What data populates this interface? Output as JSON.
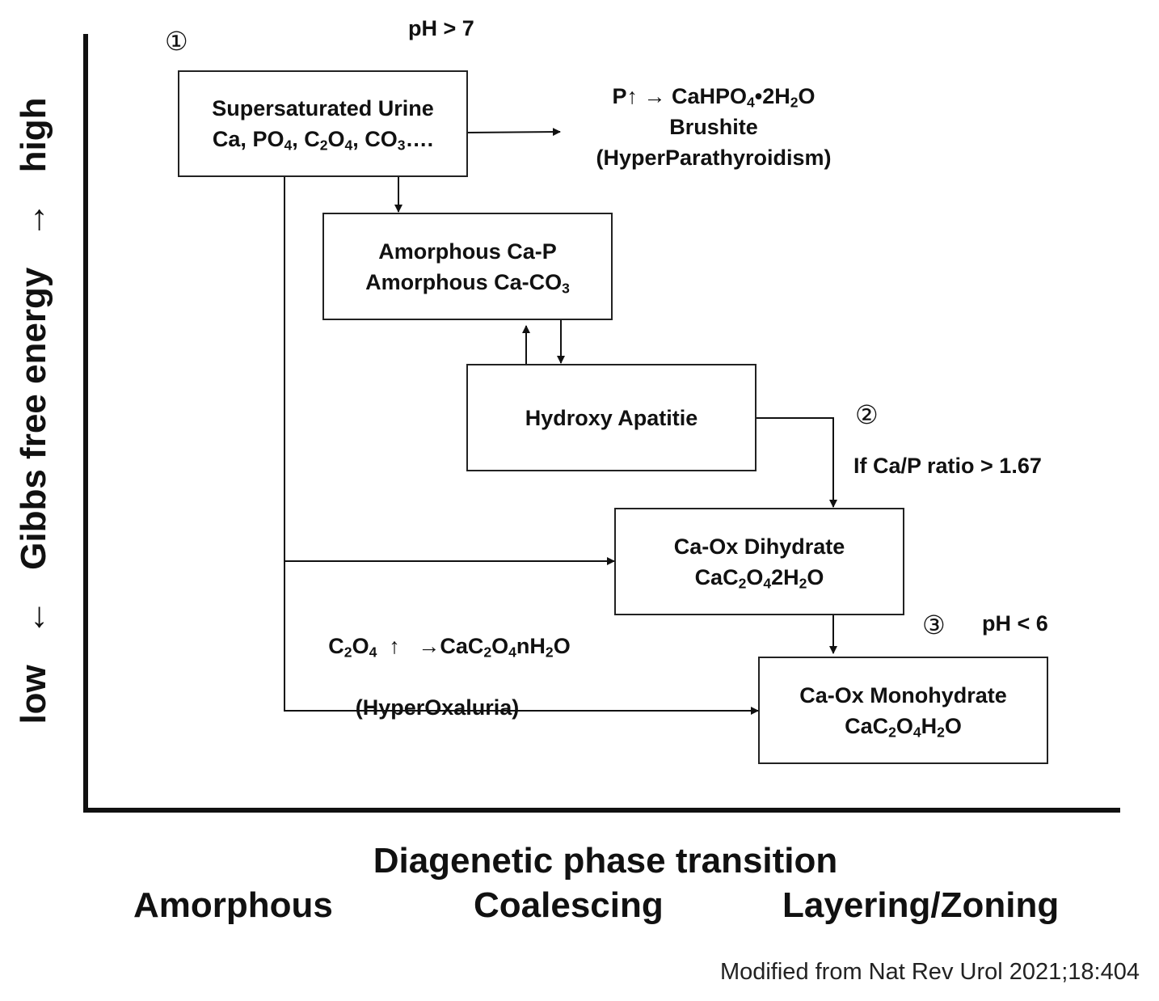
{
  "y_axis": {
    "low": "low",
    "down_arrow": "←",
    "label": "Gibbs free energy",
    "up_arrow": "→",
    "high": "high"
  },
  "x_axis": {
    "title": "Diagenetic phase transition",
    "stages": [
      "Amorphous",
      "Coalescing",
      "Layering/Zoning"
    ]
  },
  "markers": {
    "one": "①",
    "two": "②",
    "three": "③"
  },
  "conditions": {
    "ph_high": "pH  >  7",
    "ph_low": "pH  <  6",
    "ratio": "If Ca/P ratio  >  1.67"
  },
  "boxes": {
    "supersaturated": {
      "line1": "Supersaturated Urine",
      "line2_parts": [
        "Ca, PO",
        "4",
        ", C",
        "2",
        "O",
        "4",
        ", CO",
        "3",
        "…."
      ]
    },
    "amorphous": {
      "line1": "Amorphous Ca-P",
      "line2_parts": [
        "Amorphous Ca-CO",
        "3"
      ]
    },
    "hydroxy": {
      "line1": "Hydroxy  Apatitie"
    },
    "dihydrate": {
      "line1": "Ca-Ox Dihydrate",
      "line2_parts": [
        "CaC",
        "2",
        "O",
        "4",
        "2H",
        "2",
        "O"
      ]
    },
    "monohydrate": {
      "line1": "Ca-Ox Monohydrate",
      "line2_parts": [
        "CaC",
        "2",
        "O",
        "4",
        "H",
        "2",
        "O"
      ]
    }
  },
  "brushite": {
    "line1_parts": [
      "P↑  →  CaHPO",
      "4",
      "•2H",
      "2",
      "O"
    ],
    "line2": "Brushite",
    "line3": "(HyperParathyroidism)"
  },
  "oxaluria": {
    "line1_parts": [
      "C",
      "2",
      "O",
      "4",
      "  ↑   →CaC",
      "2",
      "O",
      "4",
      "nH",
      "2",
      "O"
    ],
    "line2": "(HyperOxaluria)"
  },
  "source": "Modified from Nat Rev Urol 2021;18:404"
}
